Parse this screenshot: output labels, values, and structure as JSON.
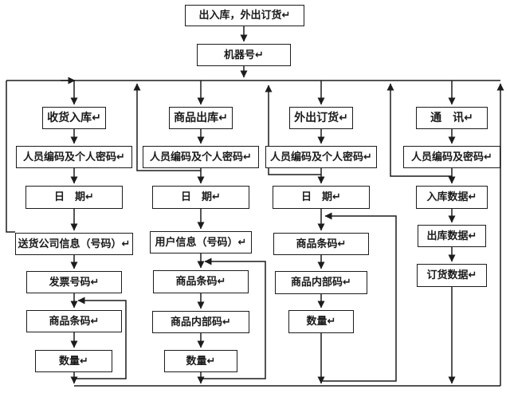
{
  "colors": {
    "line": "#1c1c1c",
    "box_border": "#1c1c1c",
    "box_background": "#ffffff",
    "page_background": "#ffffff",
    "text": "#1a1a1a"
  },
  "flow": {
    "entry": "出入库，外出订货↵",
    "machine": "机器号↵"
  },
  "columns": [
    {
      "header": "收货入库↵",
      "steps": [
        "人员编码及个人密码↵",
        "日　期↵",
        "送货公司信息（号码）↵",
        "发票号码↵",
        "商品条码↵",
        "数量↵"
      ]
    },
    {
      "header": "商品出库↵",
      "steps": [
        "人员编码及个人密码↵",
        "日　期↵",
        "用户信息（号码）↵",
        "商品条码↵",
        "商品内部码↵",
        "数量↵"
      ]
    },
    {
      "header": "外出订货↵",
      "steps": [
        "人员编码及个人密码↵",
        "日　期↵",
        "商品条码↵",
        "商品内部码↵",
        "数量↵"
      ]
    },
    {
      "header": "通　讯↵",
      "steps": [
        "人员编码及密码↵",
        "入库数据↵",
        "出库数据↵",
        "订货数据↵"
      ]
    }
  ]
}
